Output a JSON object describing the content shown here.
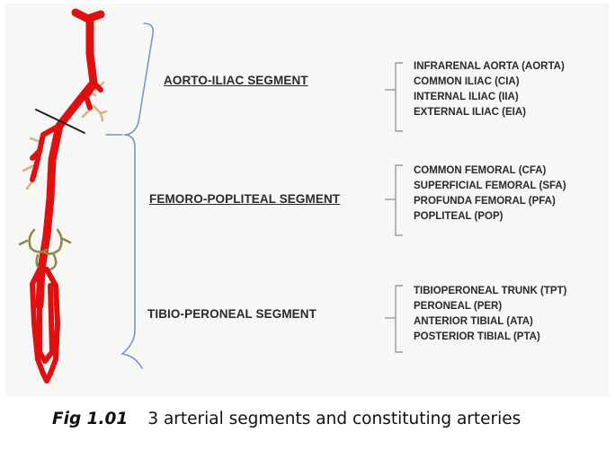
{
  "segments": [
    {
      "label": "AORTO-ILIAC SEGMENT",
      "arteries": [
        "INFRARENAL AORTA (AORTA)",
        "COMMON ILIAC  (CIA)",
        "INTERNAL ILIAC (IIA)",
        "EXTERNAL ILIAC  (EIA)"
      ]
    },
    {
      "label": "FEMORO-POPLITEAL SEGMENT",
      "arteries": [
        "COMMON FEMORAL  (CFA)",
        "SUPERFICIAL FEMORAL  (SFA)",
        "PROFUNDA  FEMORAL (PFA)",
        "POPLITEAL (POP)"
      ]
    },
    {
      "label": "TIBIO-PERONEAL SEGMENT",
      "arteries": [
        "TIBIOPERONEAL  TRUNK (TPT)",
        "PERONEAL (PER)",
        "ANTERIOR TIBIAL  (ATA)",
        "POSTERIOR TIBIAL  (PTA)"
      ]
    }
  ],
  "caption": {
    "fig": "Fig 1.01",
    "text": "3 arterial segments and constituting arteries"
  },
  "colors": {
    "artery": "#e01010",
    "bracket": "#6f93c9",
    "text": "#2a2a2a",
    "panel": "#f7f7f5"
  }
}
